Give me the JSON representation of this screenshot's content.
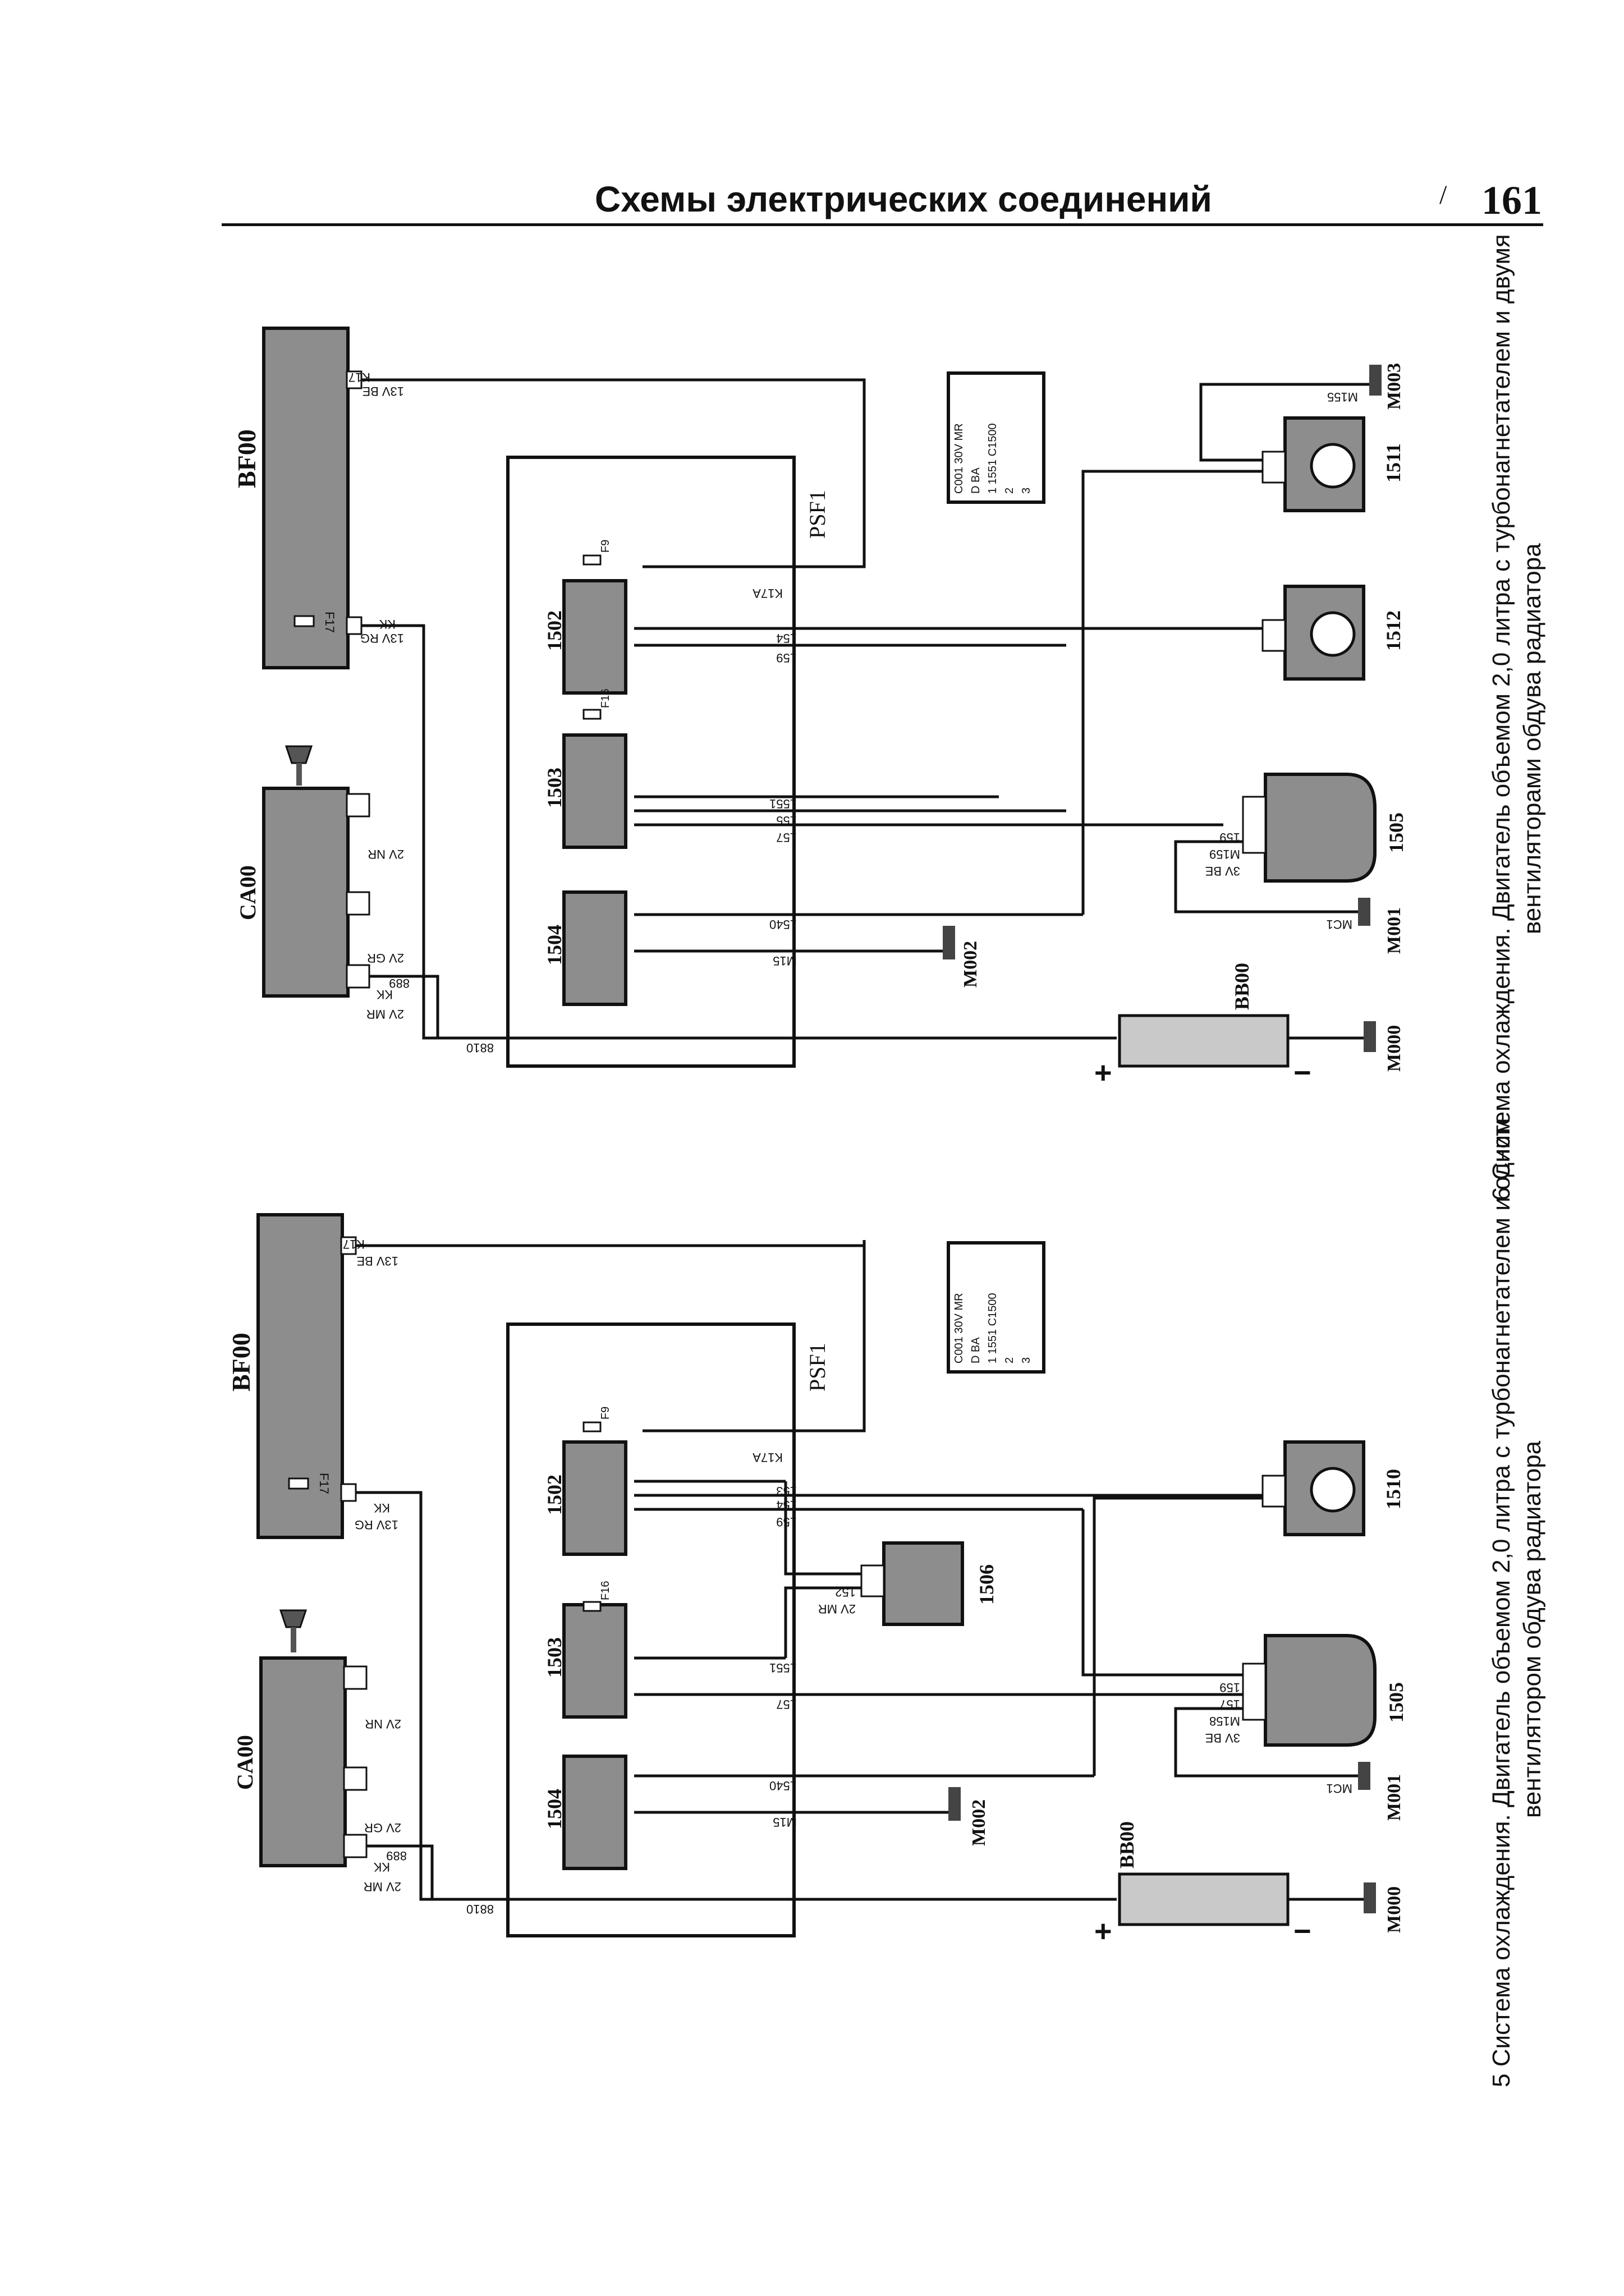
{
  "header": {
    "title": "Схемы электрических соединений",
    "page_number": "161",
    "mark": "/"
  },
  "diagram_top": {
    "labels": {
      "bf00": "BF00",
      "ca00": "CA00",
      "psf1": "PSF1",
      "bb00": "BB00",
      "r1502": "1502",
      "r1503": "1503",
      "r1504": "1504",
      "c1505": "1505",
      "m1512": "1512",
      "m1511": "1511",
      "m000": "M000",
      "m001": "M001",
      "m002": "M002",
      "m003": "M003",
      "f9": "F9",
      "f16": "F16",
      "f17": "F17",
      "k17": "K17",
      "k17a": "K17A",
      "kk": "KK",
      "be13": "13V BE",
      "rg13": "13V RG",
      "nr2v": "2V NR",
      "gr2v": "2V GR",
      "mr2v": "2V MR",
      "be3v": "3V BE",
      "w154": "154",
      "w159": "159",
      "w1551": "1551",
      "w155": "155",
      "w157": "157",
      "w1540": "1540",
      "wm15": "M15",
      "w889": "889",
      "w8810": "8810",
      "wm155": "M155",
      "wm159": "M159",
      "wmc1": "MC1",
      "note_c001": "C001 30V MR",
      "note_d": "D BA",
      "note_1": "1 1551 C1500",
      "note_2": "2",
      "note_3": "3",
      "plus": "+",
      "minus": "−"
    },
    "caption_1": "6 Система охлаждения. Двигатель объемом 2,0 литра с турбонагнетателем и двумя",
    "caption_2": "вентиляторами обдува радиатора"
  },
  "diagram_bottom": {
    "labels": {
      "bf00": "BF00",
      "ca00": "CA00",
      "psf1": "PSF1",
      "bb00": "BB00",
      "r1502": "1502",
      "r1503": "1503",
      "r1504": "1504",
      "c1505": "1505",
      "r1506": "1506",
      "m1510": "1510",
      "m000": "M000",
      "m001": "M001",
      "m002": "M002",
      "f9": "F9",
      "f16": "F16",
      "f17": "F17",
      "k17": "K17",
      "k17a": "K17A",
      "kk": "KK",
      "be13": "13V BE",
      "rg13": "13V RG",
      "nr2v": "2V NR",
      "gr2v": "2V GR",
      "mr2v": "2V MR",
      "be3v": "3V BE",
      "w153": "153",
      "w154": "154",
      "w159": "159",
      "w152": "152",
      "w1551": "1551",
      "w157": "157",
      "w1540": "1540",
      "wm15": "M15",
      "w889": "889",
      "w8810": "8810",
      "wm158": "M158",
      "wmc1": "MC1",
      "note_c001": "C001 30V MR",
      "note_d": "D BA",
      "note_1": "1 1551 C1500",
      "note_2": "2",
      "note_3": "3",
      "plus": "+",
      "minus": "−"
    },
    "caption_1": "5 Система охлаждения. Двигатель объемом 2,0 литра с турбонагнетателем и одним",
    "caption_2": "вентилятором обдува радиатора"
  }
}
